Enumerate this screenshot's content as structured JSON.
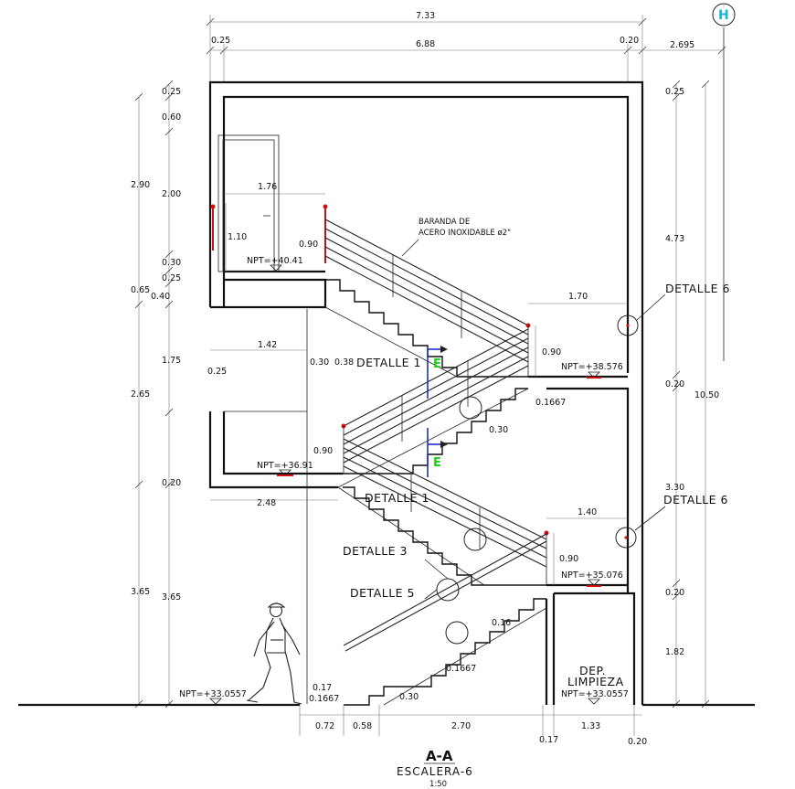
{
  "grid_marker": "H",
  "dims_top": {
    "total": "7.33",
    "left": "0.25",
    "mid": "6.88",
    "right": "0.20",
    "outside": "2.695"
  },
  "dims_left": {
    "d025": "0.25",
    "d060": "0.60",
    "d290": "2.90",
    "d200": "2.00",
    "d110": "1.10",
    "d030": "0.30",
    "d025b": "0.25",
    "d065": "0.65",
    "d040": "0.40",
    "d175": "1.75",
    "d265": "2.65",
    "d020": "0.20",
    "d365a": "3.65",
    "d365b": "3.65"
  },
  "dims_right": {
    "r025": "0.25",
    "r473": "4.73",
    "r020a": "0.20",
    "r1050": "10.50",
    "r330": "3.30",
    "r020b": "0.20",
    "r182": "1.82"
  },
  "dims_bottom": {
    "b072": "0.72",
    "b058": "0.58",
    "b270": "2.70",
    "b017": "0.17",
    "b133": "1.33",
    "b020": "0.20"
  },
  "dims_inner": {
    "i176": "1.76",
    "i090a": "0.90",
    "i142": "1.42",
    "i025": "0.25",
    "i030a": "0.30",
    "i038": "0.38",
    "i170": "1.70",
    "i090b": "0.90",
    "i01667a": "0.1667",
    "i030b": "0.30",
    "i090c": "0.90",
    "i248": "2.48",
    "i140": "1.40",
    "i090d": "0.90",
    "i016": "0.16",
    "i01667b": "0.1667",
    "i030c": "0.30",
    "i017": "0.17",
    "i01667c": "0.1667"
  },
  "levels": {
    "npt1": "NPT=+40.41",
    "npt2": "NPT=+38.576",
    "npt3": "NPT=+36.91",
    "npt4": "NPT=+35.076",
    "npt5": "NPT=+33.0557",
    "npt6": "NPT=+33.0557"
  },
  "labels": {
    "baranda1": "BARANDA DE",
    "baranda2": "ACERO INOXIDABLE ø2\"",
    "detalle6a": "DETALLE 6",
    "detalle6b": "DETALLE 6",
    "detalle1a": "DETALLE 1",
    "detalle1b": "DETALLE 1",
    "detalle3": "DETALLE 3",
    "detalle5": "DETALLE 5",
    "dep1": "DEP.",
    "dep2": "LIMPIEZA",
    "markE1": "E",
    "markE2": "E"
  },
  "title": {
    "section": "A-A",
    "name": "ESCALERA-6",
    "scale": "1:50"
  }
}
